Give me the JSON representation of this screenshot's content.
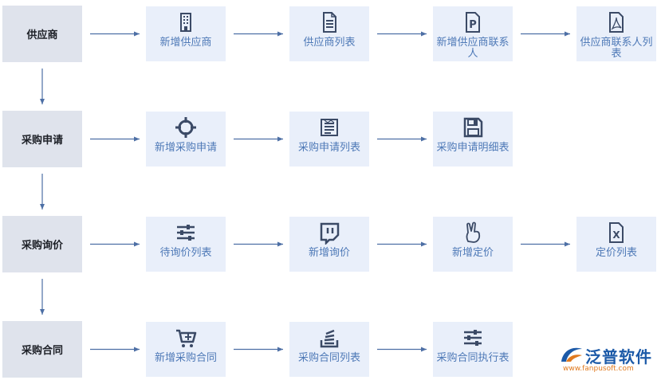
{
  "categories": [
    "供应商",
    "采购申请",
    "采购询价",
    "采购合同"
  ],
  "rows": [
    [
      {
        "label": "新增供应商",
        "icon": "building-icon"
      },
      {
        "label": "供应商列表",
        "icon": "document-icon"
      },
      {
        "label": "新增供应商联系人",
        "icon": "pdf-p-icon"
      },
      {
        "label": "供应商联系人列表",
        "icon": "acrobat-icon"
      }
    ],
    [
      {
        "label": "新增采购申请",
        "icon": "crosshairs-icon"
      },
      {
        "label": "采购申请列表",
        "icon": "list-form-icon"
      },
      {
        "label": "采购申请明细表",
        "icon": "floppy-disk-icon"
      }
    ],
    [
      {
        "label": "待询价列表",
        "icon": "sliders-icon"
      },
      {
        "label": "新增询价",
        "icon": "twitch-icon"
      },
      {
        "label": "新增定价",
        "icon": "peace-hand-icon"
      },
      {
        "label": "定价列表",
        "icon": "excel-x-icon"
      }
    ],
    [
      {
        "label": "新增采购合同",
        "icon": "cart-plus-icon"
      },
      {
        "label": "采购合同列表",
        "icon": "stack-tray-icon"
      },
      {
        "label": "采购合同执行表",
        "icon": "sliders-icon"
      }
    ]
  ],
  "logo": {
    "name": "泛普软件",
    "url": "www.fanpusoft.com"
  },
  "colors": {
    "category_bg": "#dfe3ec",
    "node_bg": "#e9effa",
    "label": "#4e79b7",
    "icon": "#3b4a66",
    "arrow": "#4d6fa5"
  }
}
